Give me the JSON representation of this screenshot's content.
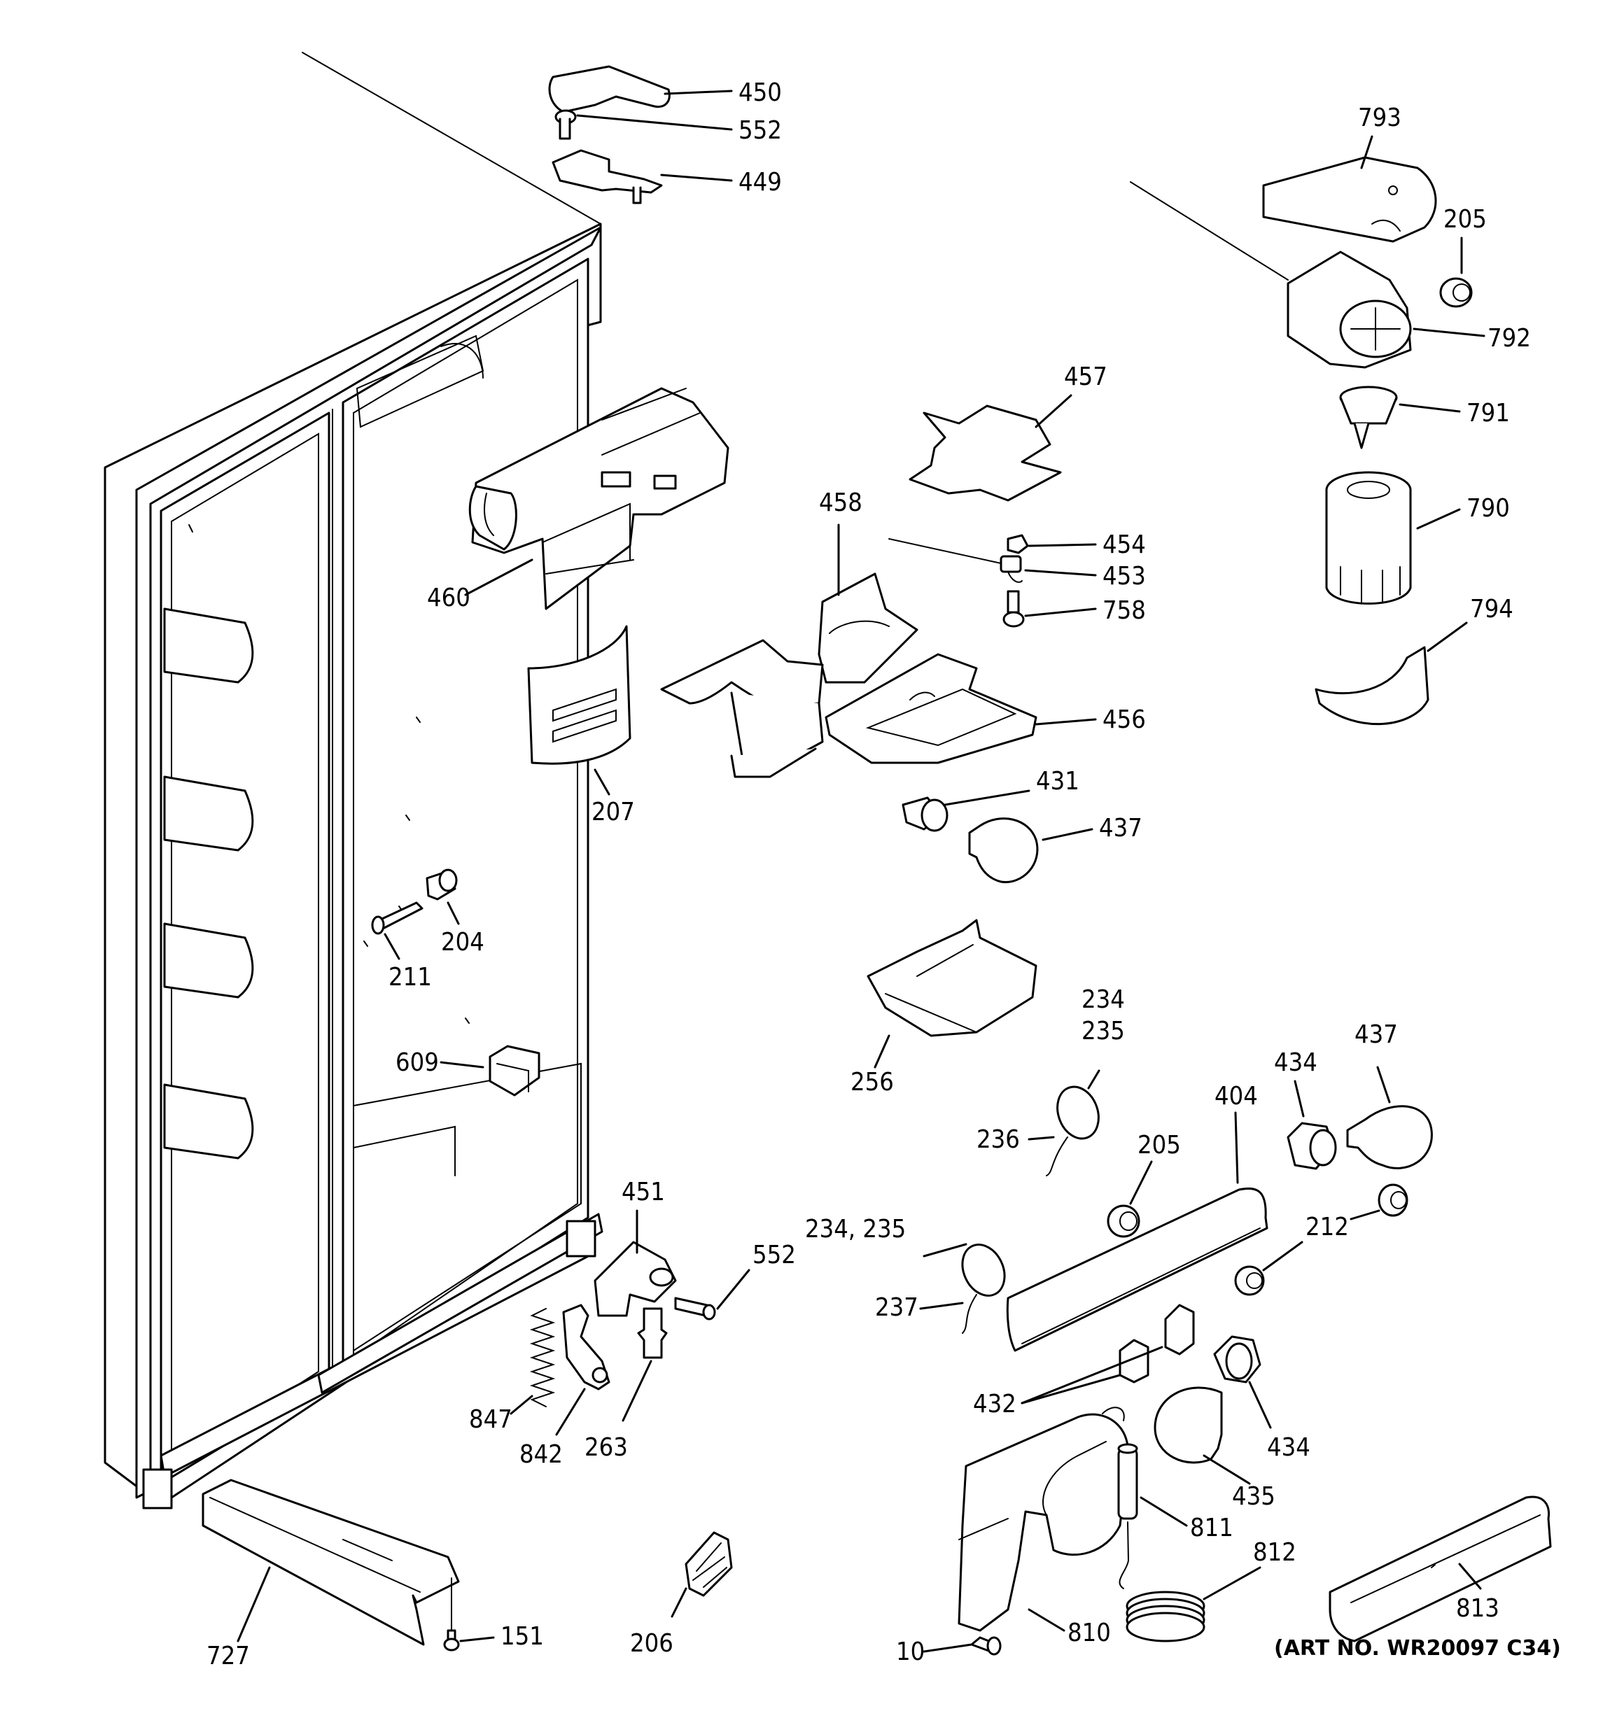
{
  "diagram": {
    "art_number": "(ART NO. WR20097 C34)",
    "labels": {
      "p450": "450",
      "p552a": "552",
      "p449": "449",
      "p793": "793",
      "p205a": "205",
      "p792": "792",
      "p791": "791",
      "p790": "790",
      "p794": "794",
      "p457": "457",
      "p458": "458",
      "p454": "454",
      "p453": "453",
      "p758": "758",
      "p456": "456",
      "p431": "431",
      "p437a": "437",
      "p460": "460",
      "p207": "207",
      "p204": "204",
      "p211": "211",
      "p609": "609",
      "p256": "256",
      "p234a": "234",
      "p235a": "235",
      "p236": "236",
      "p437b": "437",
      "p434a": "434",
      "p404": "404",
      "p205b": "205",
      "p212": "212",
      "p234b": "234, 235",
      "p237": "237",
      "p451": "451",
      "p552b": "552",
      "p847": "847",
      "p842": "842",
      "p263": "263",
      "p432": "432",
      "p434b": "434",
      "p435": "435",
      "p811": "811",
      "p812": "812",
      "p813": "813",
      "p727": "727",
      "p151": "151",
      "p206": "206",
      "p10": "10",
      "p810": "810"
    }
  }
}
